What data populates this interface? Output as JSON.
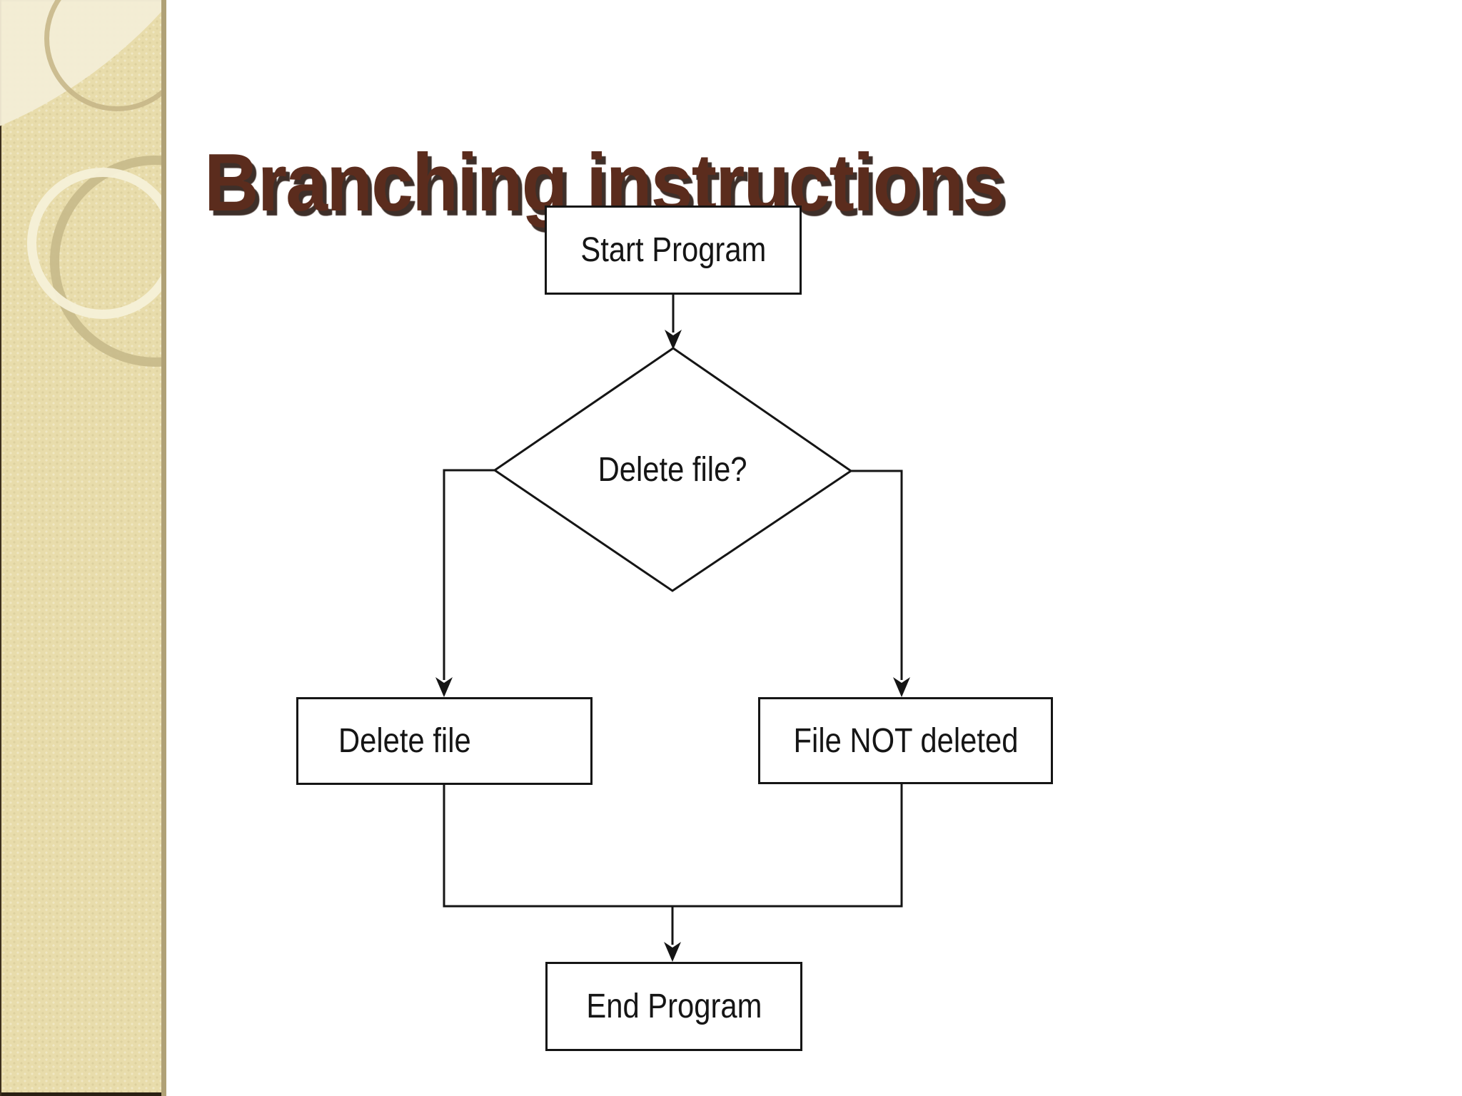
{
  "slide": {
    "title": "Branching instructions"
  },
  "flowchart": {
    "nodes": {
      "start": {
        "label": "Start Program",
        "type": "process"
      },
      "decision": {
        "label": "Delete file?",
        "type": "decision"
      },
      "delete_file": {
        "label": "Delete file",
        "type": "process"
      },
      "file_not_deleted": {
        "label": "File NOT deleted",
        "type": "process"
      },
      "end": {
        "label": "End Program",
        "type": "process"
      }
    }
  },
  "theme": {
    "title_color": "#5b2c1d",
    "flow_line_color": "#151515",
    "node_fill": "#ffffff",
    "node_text_color": "#151515",
    "sidebar_base": "#e8dcab",
    "sidebar_light": "#f3edd6",
    "sidebar_ring_tan": "#c7b98a",
    "sidebar_ring_cream": "#f6f0d8",
    "sidebar_edge": "#b0a176",
    "background": "#ffffff"
  }
}
